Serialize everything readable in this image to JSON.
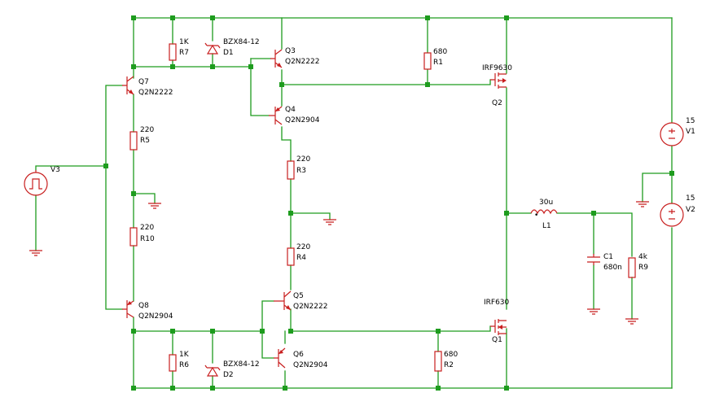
{
  "components": {
    "R7": {
      "ref": "R7",
      "value": "1K"
    },
    "R6": {
      "ref": "R6",
      "value": "1K"
    },
    "D1": {
      "ref": "D1",
      "value": "BZX84-12"
    },
    "D2": {
      "ref": "D2",
      "value": "BZX84-12"
    },
    "Q3": {
      "ref": "Q3",
      "value": "Q2N2222"
    },
    "Q4": {
      "ref": "Q4",
      "value": "Q2N2904"
    },
    "Q5": {
      "ref": "Q5",
      "value": "Q2N2222"
    },
    "Q6": {
      "ref": "Q6",
      "value": "Q2N2904"
    },
    "Q7": {
      "ref": "Q7",
      "value": "Q2N2222"
    },
    "Q8": {
      "ref": "Q8",
      "value": "Q2N2904"
    },
    "R1": {
      "ref": "R1",
      "value": "680"
    },
    "R2": {
      "ref": "R2",
      "value": "680"
    },
    "R3": {
      "ref": "R3",
      "value": "220"
    },
    "R4": {
      "ref": "R4",
      "value": "220"
    },
    "R5": {
      "ref": "R5",
      "value": "220"
    },
    "R10": {
      "ref": "R10",
      "value": "220"
    },
    "Q2": {
      "ref": "Q2",
      "value": "IRF9630"
    },
    "Q1": {
      "ref": "Q1",
      "value": "IRF630"
    },
    "L1": {
      "ref": "L1",
      "value": "30u"
    },
    "C1": {
      "ref": "C1",
      "value": "680n"
    },
    "R9": {
      "ref": "R9",
      "value": "4k"
    },
    "V1": {
      "ref": "V1",
      "value": "15"
    },
    "V2": {
      "ref": "V2",
      "value": "15"
    },
    "V3": {
      "ref": "V3"
    }
  },
  "colors": {
    "wire": "#1e9c1e",
    "component": "#c81e1e",
    "text": "#000000",
    "background": "#ffffff"
  }
}
